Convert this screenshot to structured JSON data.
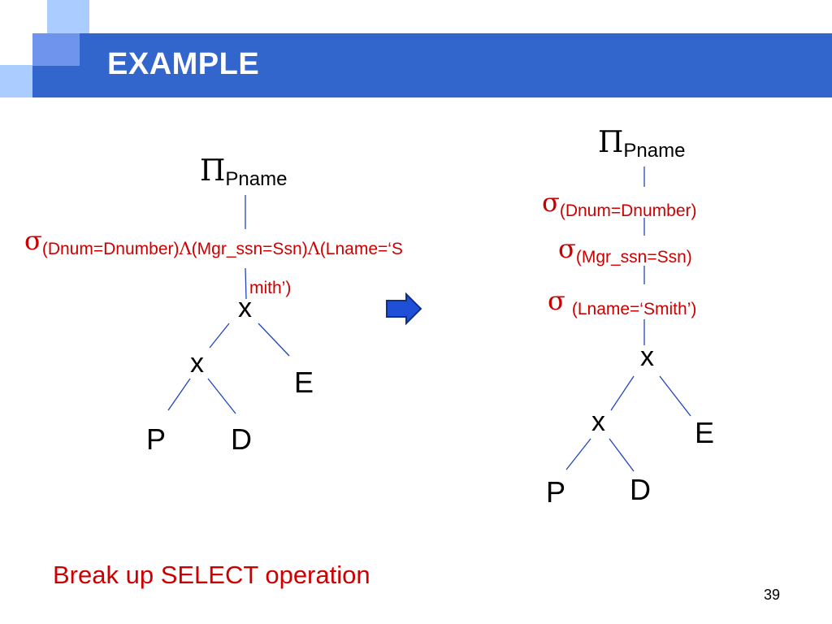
{
  "slide": {
    "title": "EXAMPLE",
    "caption": "Break up SELECT operation",
    "page_number": "39"
  },
  "symbols": {
    "pi": "Π",
    "sigma": "σ",
    "and": "Λ",
    "cross": "x"
  },
  "left_tree": {
    "projection_attr": "Pname",
    "selection_line1": [
      "(Dnum=Dnumber)",
      "(Mgr_ssn=Ssn)",
      "(Lname=‘S"
    ],
    "selection_line2": "mith’)",
    "relations": [
      "P",
      "D",
      "E"
    ]
  },
  "right_tree": {
    "projection_attr": "Pname",
    "selection_1": "(Dnum=Dnumber)",
    "selection_2": "(Mgr_ssn=Ssn)",
    "selection_3": "(Lname=‘Smith’)",
    "relations": [
      "P",
      "D",
      "E"
    ]
  },
  "colors": {
    "header": "#3366cc",
    "accent": "#cc0000",
    "arrow": "#1f4fd6",
    "edge": "#2244bb"
  }
}
